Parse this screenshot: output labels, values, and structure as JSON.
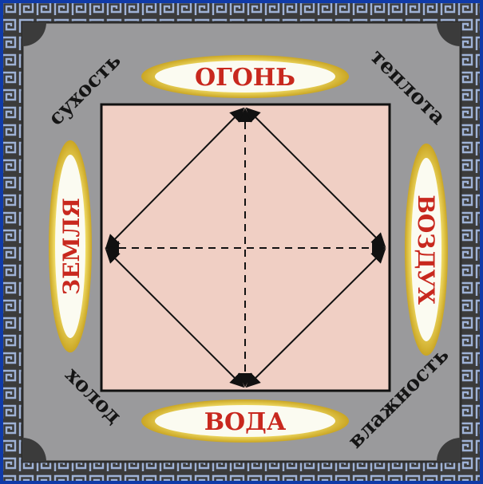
{
  "elements": {
    "top": "ОГОНЬ",
    "left": "ЗЕМЛЯ",
    "right": "ВОЗДУХ",
    "bottom": "ВОДА"
  },
  "qualities": {
    "top_left": "сухость",
    "top_right": "теплота",
    "bottom_left": "холод",
    "bottom_right": "влажность"
  },
  "colors": {
    "background": "#0f3aa8",
    "border": "#3b3b3b",
    "meander": "#9fb2d6",
    "panel": "#9a9a9c",
    "square_fill": "#f0cfc4",
    "plaque_gold": "#e3c637",
    "plaque_inner": "#fbfbf1",
    "element_text": "#c8281e",
    "quality_text": "#151515"
  }
}
